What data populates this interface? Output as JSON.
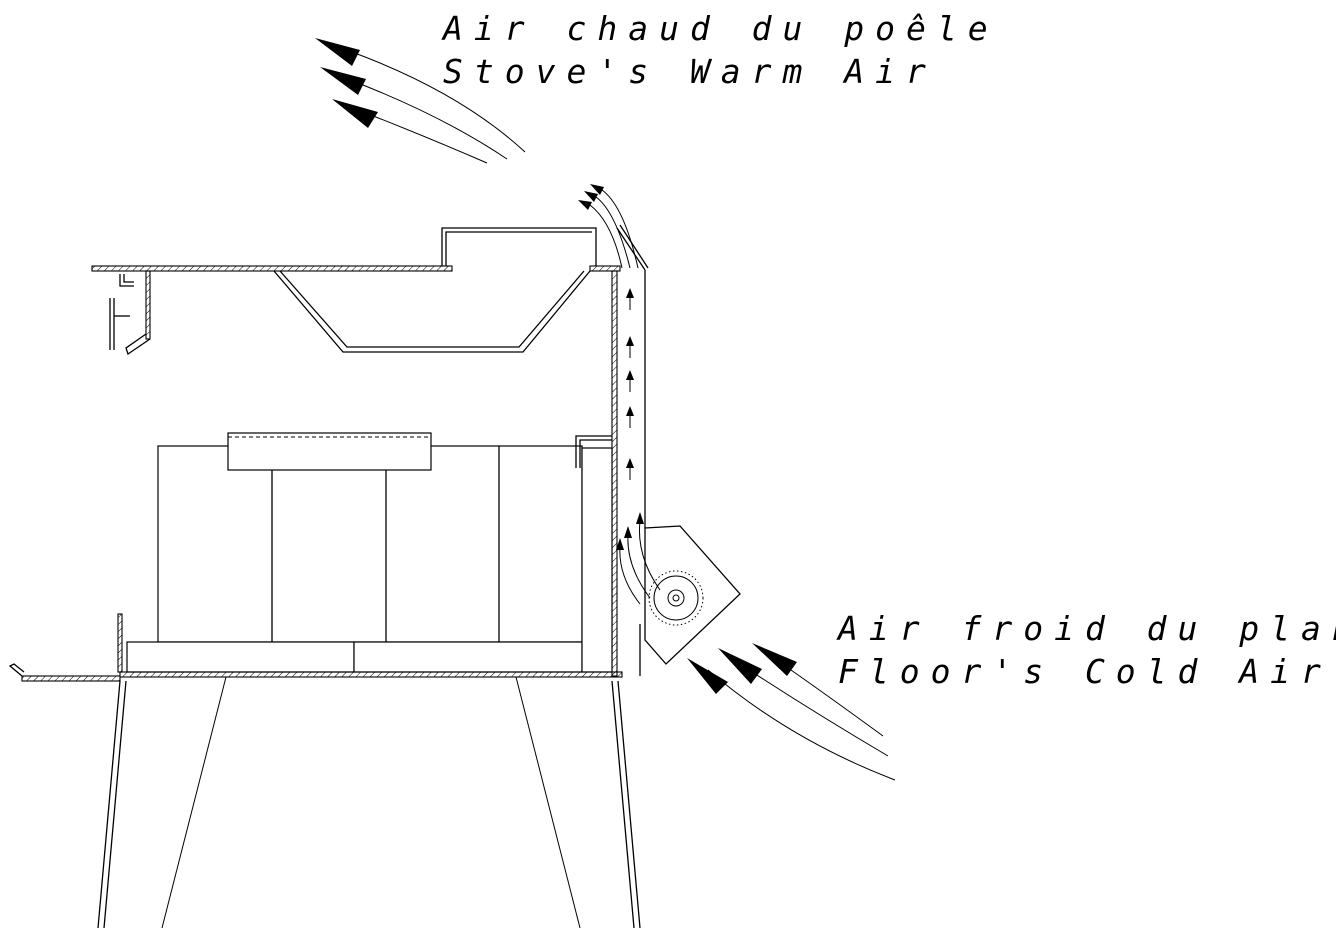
{
  "labels": {
    "warm_air_fr": "Air chaud du poêle",
    "warm_air_en": "Stove's Warm Air",
    "cold_air_fr": "Air froid du plancher",
    "cold_air_en": "Floor's Cold Air"
  },
  "colors": {
    "ink": "#000000",
    "background": "#ffffff"
  }
}
